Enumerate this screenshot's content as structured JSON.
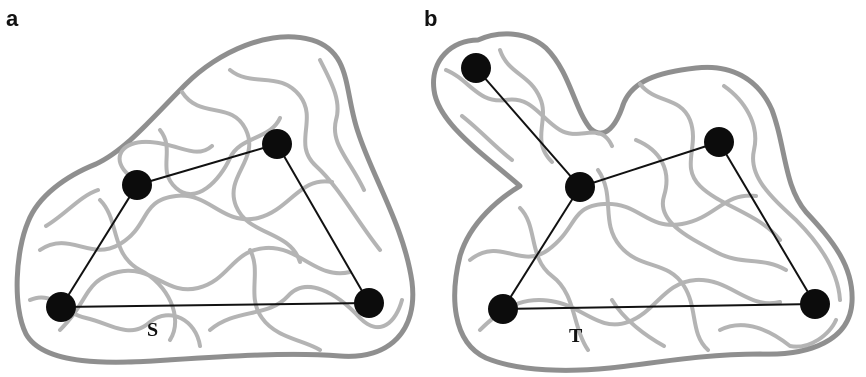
{
  "figure": {
    "panels": [
      {
        "id": "a",
        "letter": "a",
        "label": "S",
        "node_count": 4
      },
      {
        "id": "b",
        "letter": "b",
        "label": "T",
        "node_count": 5
      }
    ],
    "colors": {
      "outline": "#8f8f8f",
      "chains": "#b4b4b4",
      "nodes": "#0c0c0c",
      "edges": "#111111",
      "background": "#ffffff"
    }
  }
}
